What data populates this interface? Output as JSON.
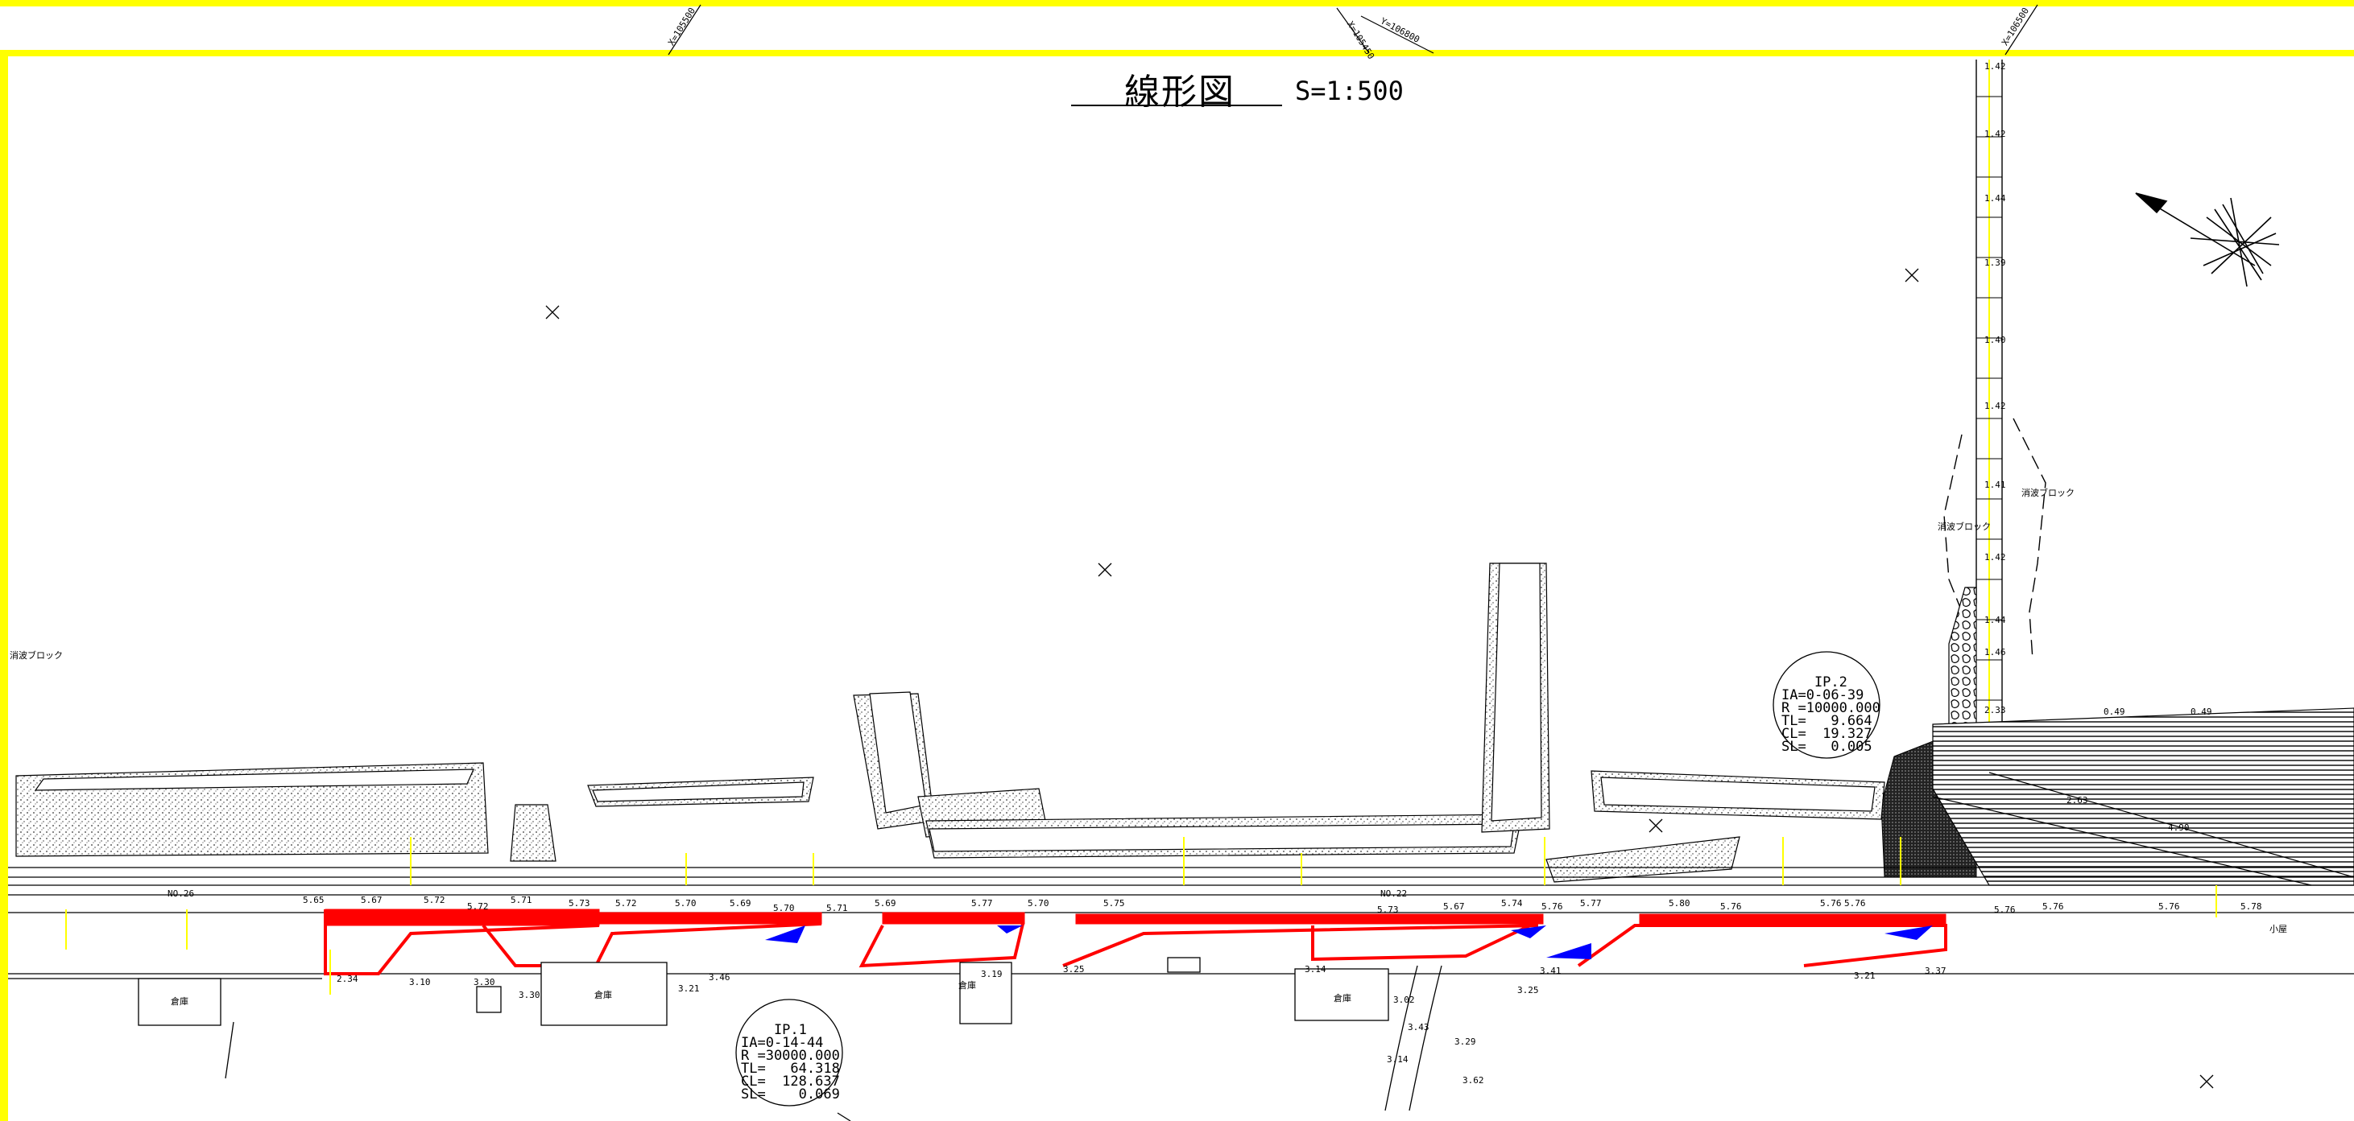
{
  "title": {
    "main": "線形図",
    "scale": "S=1:500"
  },
  "coords": [
    "X=105500",
    "X=105450",
    "Y=106800",
    "X=106500"
  ],
  "ip1": {
    "name": "IP.1",
    "ia": "IA=0-14-44",
    "r": "R =30000.000",
    "tl": "TL=   64.318",
    "cl": "CL=  128.637",
    "sl": "SL=    0.069"
  },
  "ip2": {
    "name": "IP.2",
    "ia": "IA=0-06-39",
    "r": "R =10000.000",
    "tl": "TL=   9.664",
    "cl": "CL=  19.327",
    "sl": "SL=   0.005"
  },
  "labels": {
    "left_block": "消波ブロック",
    "river_block_1": "消波ブロック",
    "river_block_2": "消波ブロック",
    "shed_1": "倉庫",
    "shed_2": "倉庫",
    "shed_3": "倉庫",
    "shed_4": "倉庫",
    "small_shed": "小屋",
    "no_left": "NO.26",
    "no_mid": "NO.22"
  },
  "river_levels": [
    "1.42",
    "1.42",
    "1.44",
    "1.39",
    "1.40",
    "1.42",
    "1.41",
    "1.42",
    "1.44",
    "1.46",
    "2.33",
    "0.49",
    "0.49",
    "2.63",
    "4.90"
  ],
  "road_levels": [
    "5.65",
    "5.67",
    "5.72",
    "5.72",
    "5.71",
    "5.73",
    "5.72",
    "5.70",
    "5.69",
    "5.70",
    "5.71",
    "5.69",
    "5.77",
    "5.70",
    "5.75",
    "5.73",
    "5.67",
    "5.74",
    "5.76",
    "5.77",
    "5.80",
    "5.76",
    "5.76",
    "5.76",
    "5.76",
    "5.76",
    "5.76",
    "5.78"
  ],
  "lower_levels": [
    "2.34",
    "3.10",
    "3.30",
    "3.30",
    "3.21",
    "3.46",
    "3.19",
    "3.25",
    "3.14",
    "3.25",
    "3.02",
    "3.41",
    "3.43",
    "3.21",
    "3.37",
    "3.29",
    "3.14",
    "3.62"
  ],
  "colors": {
    "frame": "#ffff00",
    "alignment": "#ff0000",
    "hatch_blue": "#0000ff",
    "station": "#ffff00",
    "line": "#000000"
  }
}
